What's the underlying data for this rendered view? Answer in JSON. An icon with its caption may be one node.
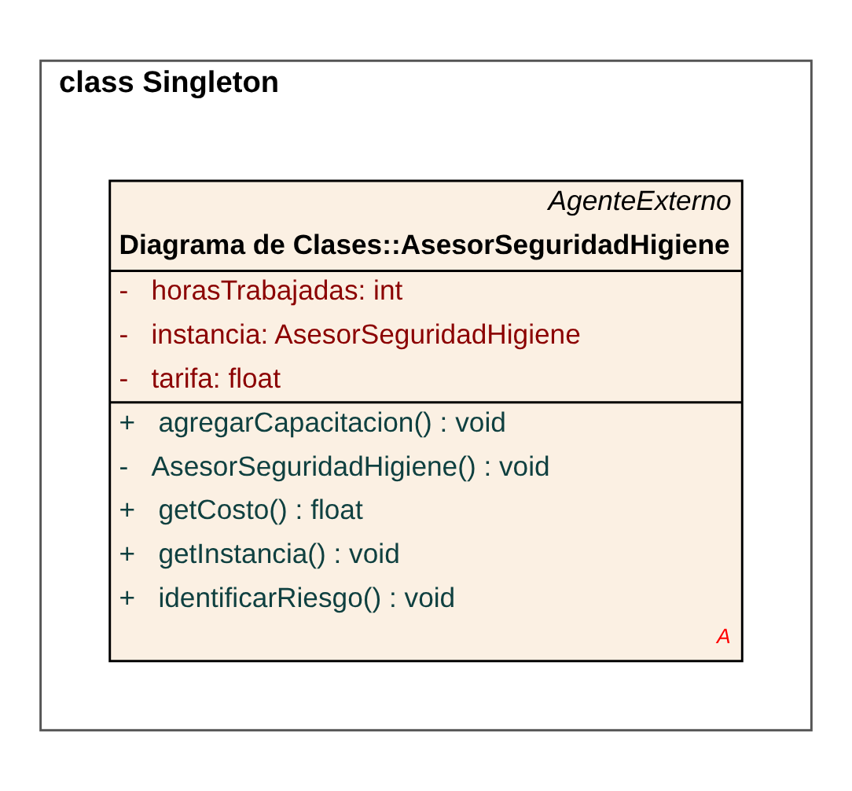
{
  "diagram": {
    "nodes": [
      {
        "text": [
          "class Singleton"
        ]
      },
      {
        "text": [
          "AgenteExterno",
          "Diagrama de Clases::AsesorSeguridadHigiene",
          "-   horasTrabajadas: int",
          "-   instancia: AsesorSeguridadHigiene",
          "-   tarifa: float",
          "+   agregarCapacitacion() : void",
          "-   AsesorSeguridadHigiene() : void",
          "+   getCosto() : float",
          "+   getInstancia() : void",
          "+   identificarRiesgo() : void",
          "A"
        ],
        "in": 0
      }
    ],
    "edges": []
  }
}
